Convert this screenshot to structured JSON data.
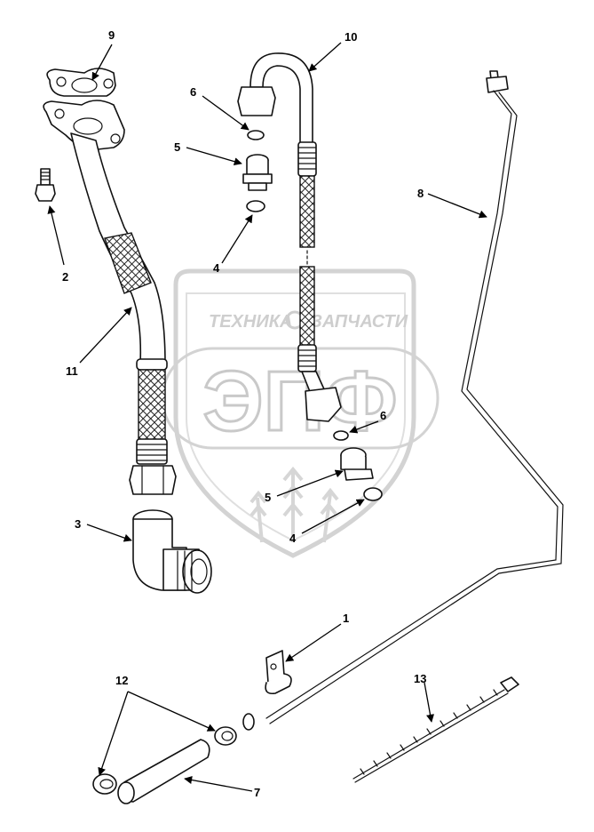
{
  "watermark": {
    "line1_left": "ТЕХНИКА",
    "line1_right": "ЗАПЧАСТИ",
    "brand": "ЭПФ",
    "color": "#c4c4c4"
  },
  "callouts": {
    "c1": "1",
    "c2": "2",
    "c3": "3",
    "c4a": "4",
    "c4b": "4",
    "c5a": "5",
    "c5b": "5",
    "c6a": "6",
    "c6b": "6",
    "c7": "7",
    "c8": "8",
    "c9": "9",
    "c10": "10",
    "c11": "11",
    "c12": "12",
    "c13": "13"
  },
  "colors": {
    "line": "#111111",
    "background": "#ffffff"
  }
}
